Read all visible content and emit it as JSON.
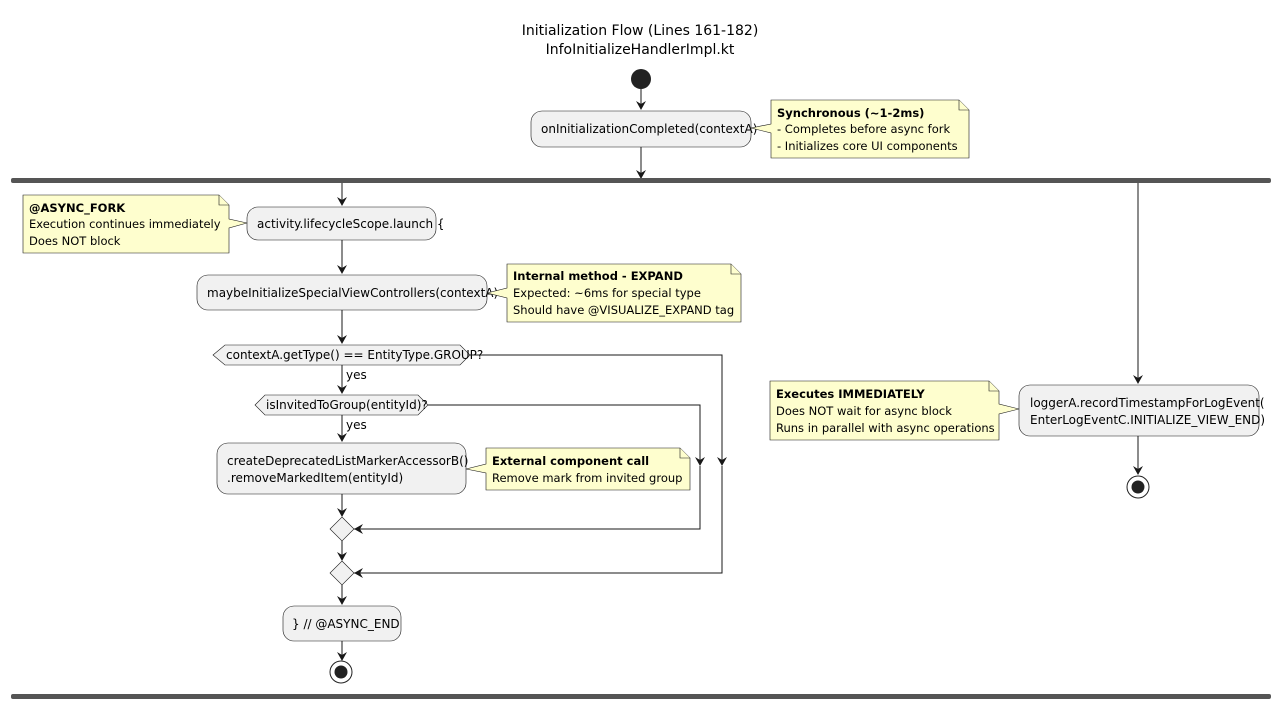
{
  "title": {
    "line1": "Initialization Flow (Lines 161-182)",
    "line2": "InfoInitializeHandlerImpl.kt"
  },
  "nodes": {
    "on_init": "onInitializationCompleted(contextA)",
    "launch": "activity.lifecycleScope.launch {",
    "maybe_init": "maybeInitializeSpecialViewControllers(contextA)",
    "decision_group": "contextA.getType() == EntityType.GROUP?",
    "decision_invited": "isInvitedToGroup(entityId)?",
    "create_line1": "createDeprecatedListMarkerAccessorB()",
    "create_line2": ".removeMarkedItem(entityId)",
    "async_end": "} // @ASYNC_END",
    "logger_line1": "loggerA.recordTimestampForLogEvent(",
    "logger_line2": "EnterLogEventC.INITIALIZE_VIEW_END)"
  },
  "labels": {
    "yes1": "yes",
    "yes2": "yes"
  },
  "notes": {
    "sync": {
      "title": "Synchronous (~1-2ms)",
      "lines": [
        "- Completes before async fork",
        "- Initializes core UI components"
      ]
    },
    "async_fork": {
      "title": "@ASYNC_FORK",
      "lines": [
        "Execution continues immediately",
        "Does NOT block"
      ]
    },
    "internal": {
      "title": "Internal method - EXPAND",
      "lines": [
        "Expected: ~6ms for special type",
        "Should have @VISUALIZE_EXPAND tag"
      ]
    },
    "external": {
      "title": "External component call",
      "lines": [
        "Remove mark from invited group"
      ]
    },
    "immediate": {
      "title": "Executes IMMEDIATELY",
      "lines": [
        "Does NOT wait for async block",
        "Runs in parallel with async operations"
      ]
    }
  },
  "colors": {
    "node_fill": "#f1f1f1",
    "note_fill": "#fefece",
    "stroke": "#181818",
    "fork_bar": "#555555"
  }
}
